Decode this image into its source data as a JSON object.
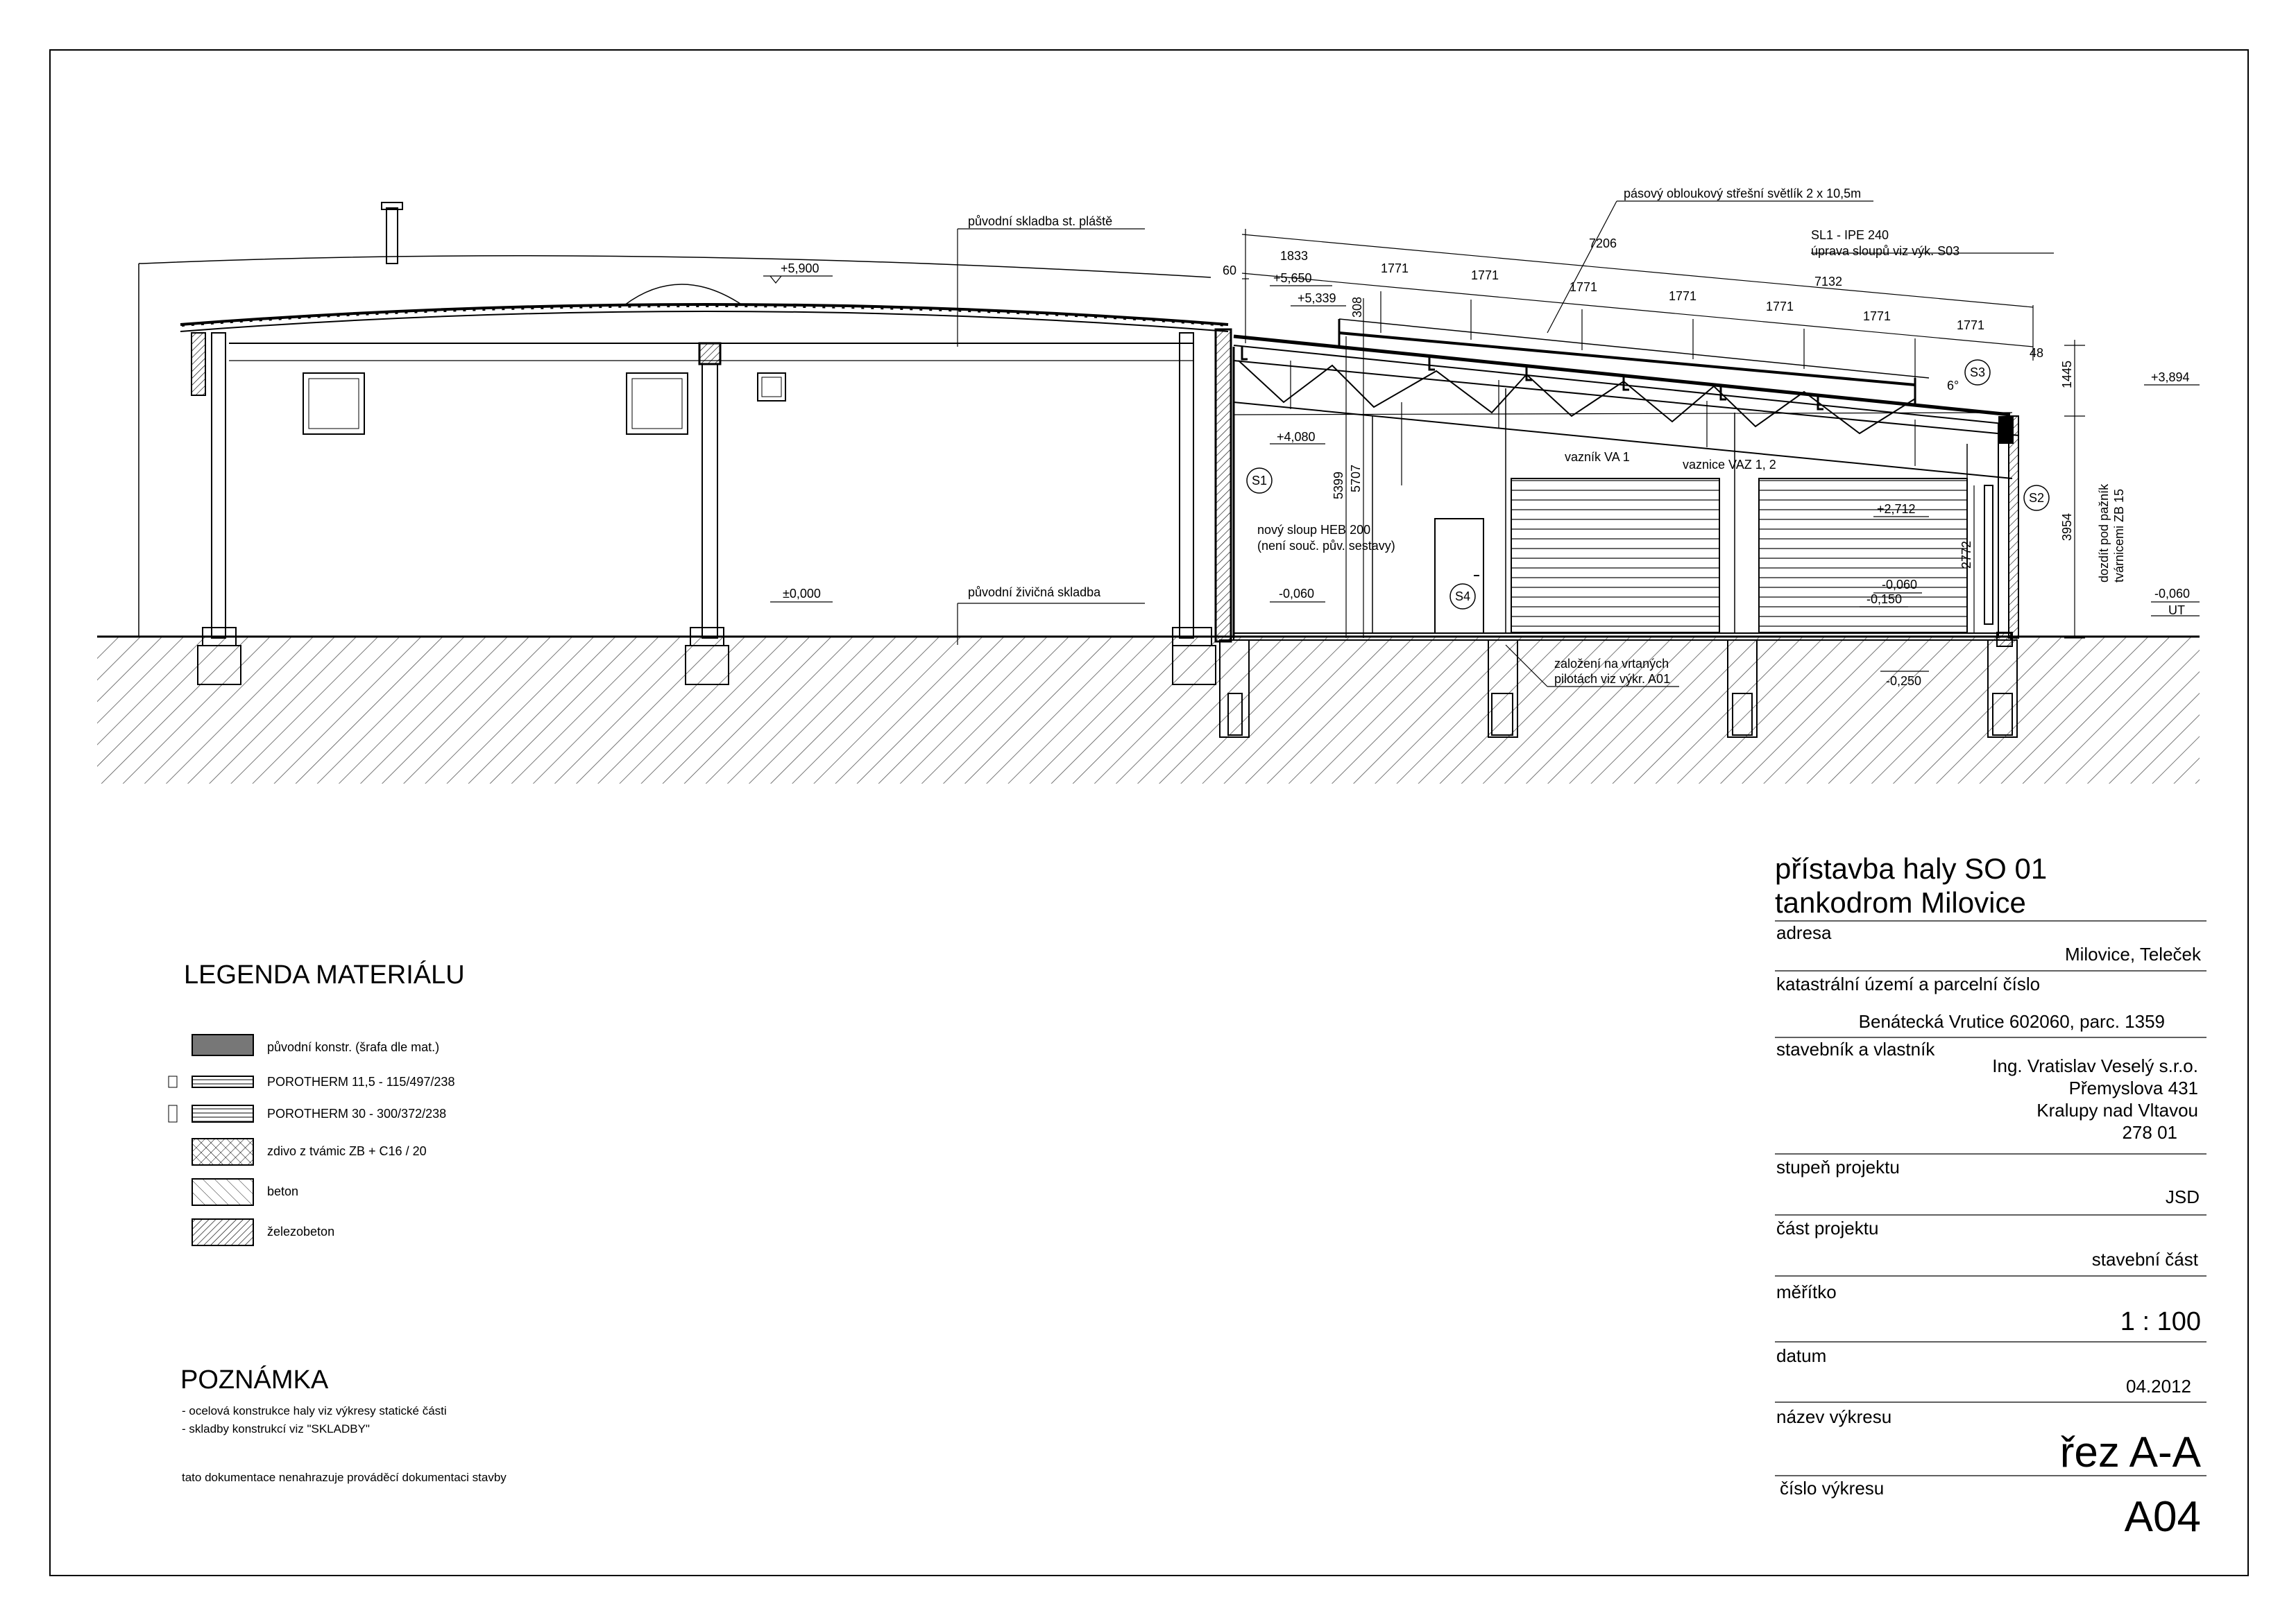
{
  "drawing": {
    "labels": {
      "orig_skladba_pl": "původní skladba st. pláště",
      "stetlik": "pásový obloukový střešní světlík 2 x 10,5m",
      "sl1": "SL1 - IPE 240",
      "uprava": "úprava sloupů viz výk. S03",
      "orig_zivicna": "původní živičná skladba",
      "novy_sloup_1": "nový sloup HEB 200",
      "novy_sloup_2": "(není souč. pův. sestavy)",
      "vaznik": "vazník VA 1",
      "vaznice": "vaznice VAZ 1, 2",
      "zalozeni_1": "založení na vrtaných",
      "zalozeni_2": "pilotách viz výkr. A01",
      "dozdit_1": "dozdít pod pažník",
      "dozdit_2": "tvárnicemi ZB 15",
      "ut": "UT"
    },
    "levels": {
      "l_5900": "+5,900",
      "l_5650": "+5,650",
      "l_5339": "+5,339",
      "l_4080": "+4,080",
      "l_3894": "+3,894",
      "l_2712": "+2,712",
      "l_0000": "±0,000",
      "l_m060_a": "-0,060",
      "l_m060_b": "-0,060",
      "l_m060_c": "-0,060",
      "l_m150": "-0,150",
      "l_m250": "-0,250"
    },
    "dims": {
      "d_7206": "7206",
      "d_7132": "7132",
      "d_1833": "1833",
      "d_60": "60",
      "d_1771": "1771",
      "d_308": "308",
      "d_48": "48",
      "d_1445": "1445",
      "d_5399": "5399",
      "d_5707": "5707",
      "d_3954": "3954",
      "d_2772": "2772"
    },
    "tags": {
      "s1": "S1",
      "s2": "S2",
      "s3": "S3",
      "s4": "S4"
    },
    "slope": "6°"
  },
  "legend": {
    "title": "LEGENDA MATERIÁLU",
    "items": [
      {
        "label": "původní konstr. (šrafa dle mat.)"
      },
      {
        "label": "POROTHERM 11,5 - 115/497/238"
      },
      {
        "label": "POROTHERM 30 - 300/372/238"
      },
      {
        "label": "zdivo z tvámic ZB + C16 / 20"
      },
      {
        "label": "beton"
      },
      {
        "label": "železobeton"
      }
    ]
  },
  "note": {
    "title": "POZNÁMKA",
    "lines": [
      "- ocelová konstrukce haly viz výkresy statické části",
      "- skladby konstrukcí viz \"SKLADBY\""
    ],
    "footer": "tato dokumentace nenahrazuje prováděcí dokumentaci stavby"
  },
  "title_block": {
    "project_line1": "přístavba haly SO 01",
    "project_line2": "tankodrom Milovice",
    "address_label": "adresa",
    "address_value": "Milovice, Teleček",
    "cadastre_label": "katastrální území a parcelní číslo",
    "cadastre_value": "Benátecká Vrutice 602060, parc. 1359",
    "owner_label": "stavebník a vlastník",
    "owner_lines": [
      "Ing. Vratislav Veselý s.r.o.",
      "Přemyslova 431",
      "Kralupy nad Vltavou",
      "278 01"
    ],
    "stage_label": "stupeň projektu",
    "stage_value": "JSD",
    "part_label": "část projektu",
    "part_value": "stavební část",
    "scale_label": "měřítko",
    "scale_value": "1 : 100",
    "date_label": "datum",
    "date_value": "04.2012",
    "name_label": "název výkresu",
    "name_value": "řez A-A",
    "number_label": "číslo výkresu",
    "number_value": "A04"
  }
}
